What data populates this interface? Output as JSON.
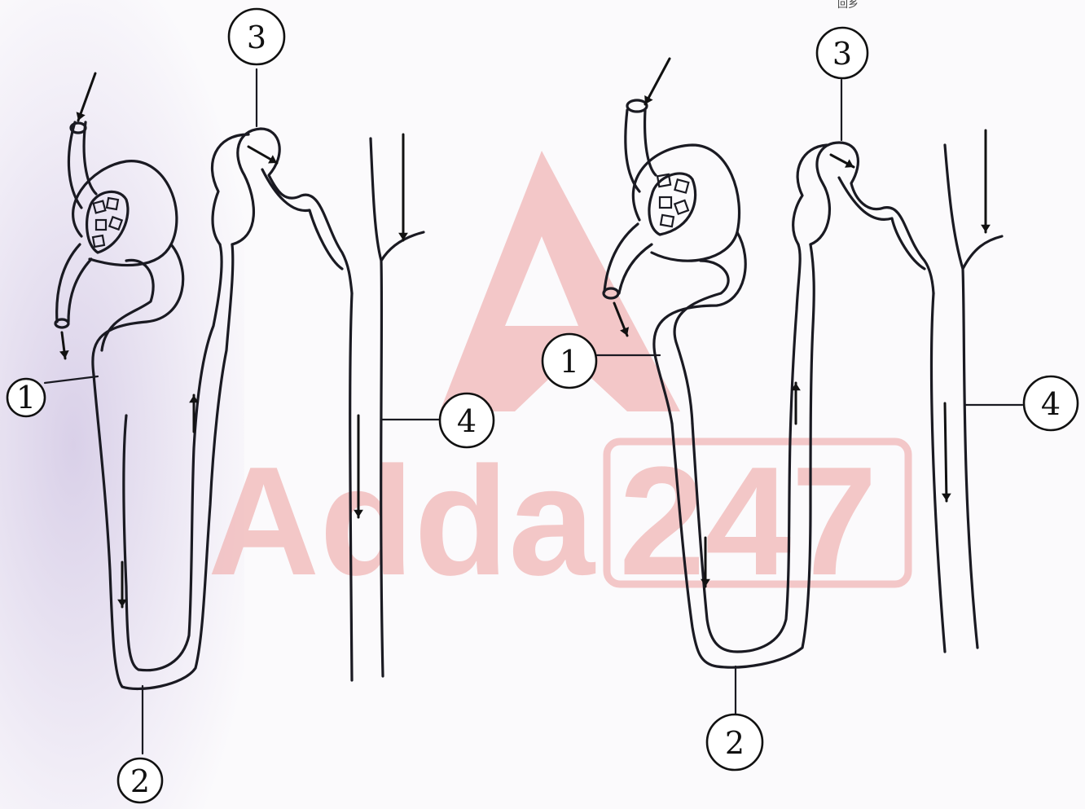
{
  "diagram": {
    "left_labels": [
      "1",
      "2",
      "3",
      "4"
    ],
    "right_labels": [
      "1",
      "2",
      "3",
      "4"
    ]
  },
  "watermark": {
    "brand_text": "Adda",
    "brand_number": "247",
    "color": "#f1b9b9",
    "logo_icon": "adda-triangle-logo-icon"
  },
  "corner_code": "回乡"
}
